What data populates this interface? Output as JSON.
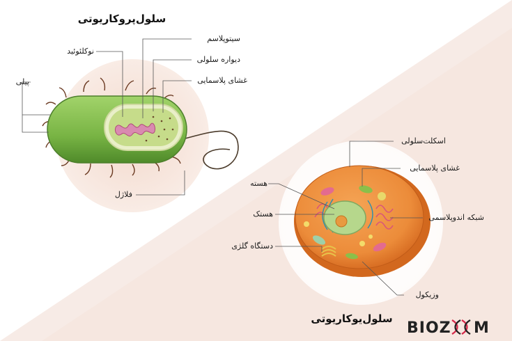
{
  "prokaryote": {
    "title": "سلول‌پروکاریوتی",
    "labels": {
      "cytoplasm": "سیتوپلاسم",
      "nucleoid": "نوکلئوئید",
      "cell_wall": "دیواره سلولی",
      "plasma_membrane": "غشای پلاسمایی",
      "pili": "پیلی",
      "flagellum": "فلاژل"
    }
  },
  "eukaryote": {
    "title": "سلول‌یوکاریوتی",
    "labels": {
      "cytoskeleton": "اسکلت‌سلولی",
      "plasma_membrane": "غشای پلاسمایی",
      "nucleus": "هسته",
      "nucleolus": "هستک",
      "er": "شبکه اندوپلاسمی",
      "golgi": "دستگاه گلژی",
      "vacuole": "وزیکول"
    }
  },
  "brand": {
    "part1": "BIOZ",
    "part2": "M"
  },
  "colors": {
    "bacteria_body": "#7fb84a",
    "bacteria_dark": "#4e8a2a",
    "cell_outer": "#e8893a",
    "cell_inner": "#f29a4a",
    "nucleus": "#a8d08a",
    "background_tri": "#f5e6df",
    "brand_red": "#d62a4a"
  }
}
